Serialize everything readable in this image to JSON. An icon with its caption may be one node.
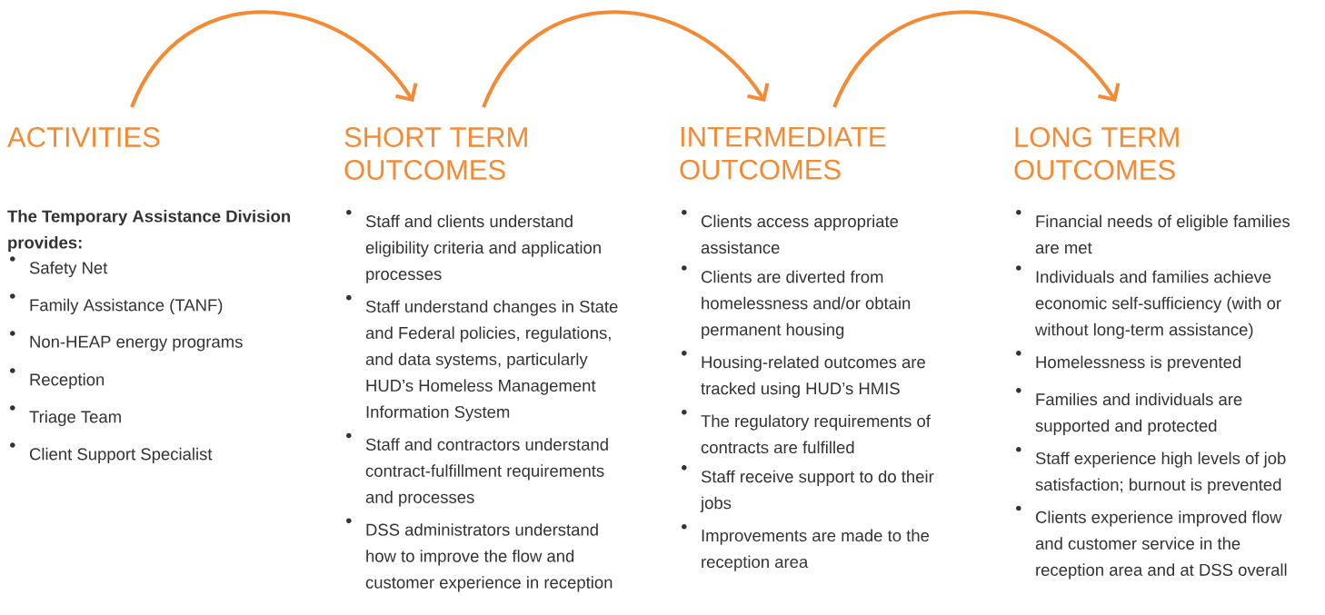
{
  "diagram": {
    "nodes": [
      {
        "text": [
          "ACTIVITIES",
          "The Temporary Assistance Division provides:",
          "Safety Net",
          "Family Assistance (TANF)",
          "Non-HEAP energy programs",
          "Reception",
          "Triage Team",
          "Client Support Specialist"
        ]
      },
      {
        "text": [
          "SHORT TERM OUTCOMES",
          "Staff and clients understand eligibility criteria and application processes",
          "Staff understand changes in State and Federal policies, regulations, and data systems, particularly HUD’s Homeless Management Information System",
          "Staff and contractors understand contract-fulfillment requirements and processes",
          "DSS administrators understand how to improve the flow and customer experience in reception"
        ]
      },
      {
        "text": [
          "INTERMEDIATE OUTCOMES",
          "Clients access appropriate assistance",
          "Clients are diverted from homelessness and/or obtain permanent housing",
          "Housing-related outcomes are tracked using HUD’s HMIS",
          "The regulatory requirements of contracts are fulfilled",
          "Staff receive support to do their jobs",
          "Improvements are made to the reception area"
        ]
      },
      {
        "text": [
          "LONG TERM OUTCOMES",
          "Financial needs of eligible families are met",
          "Individuals and families achieve economic self-sufficiency (with or without long-term assistance)",
          "Homelessness is prevented",
          "Families and individuals are supported and protected",
          "Staff experience high levels of job satisfaction; burnout is prevented",
          "Clients experience improved flow and customer service in the reception area and at DSS overall"
        ]
      }
    ],
    "edges": [
      {
        "from": 0,
        "to": 1,
        "arrow": "to"
      },
      {
        "from": 1,
        "to": 2,
        "arrow": "to"
      },
      {
        "from": 2,
        "to": 3,
        "arrow": "to"
      }
    ]
  }
}
